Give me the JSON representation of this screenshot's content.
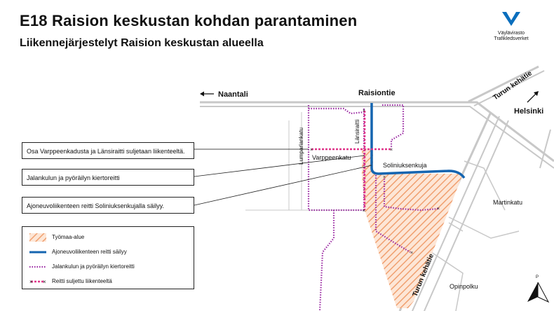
{
  "header": {
    "title": "E18 Raision keskustan kohdan parantaminen",
    "subtitle": "Liikennejärjestelyt Raision keskustan alueella"
  },
  "logo": {
    "line1": "Väylävirasto",
    "line2": "Trafikledsverket",
    "color": "#0a6ebd"
  },
  "map_labels": {
    "naantali": "Naantali",
    "raisiontie": "Raisiontie",
    "turun_kehatie_ne": "Turun kehätie",
    "helsinki": "Helsinki",
    "lumparlankatu": "Lumparlankatu",
    "lansiraitti": "Länsiraitti",
    "varppeenkatu": "Varppeenkatu",
    "soliniuksenkuja": "Soliniuksenkuja",
    "martinkatu": "Martinkatu",
    "turun_kehatie_s": "Turun kehätie",
    "opinpolku": "Opinpolku",
    "north": "P"
  },
  "callouts": [
    {
      "text": "Osa Varppeenkadusta ja Länsiraitti suljetaan liikenteeltä."
    },
    {
      "text": "Jalankulun ja pyöräilyn kiertoreitti"
    },
    {
      "text": "Ajoneuvoliikenteen reitti Soliniuksenkujalla säilyy."
    }
  ],
  "legend": {
    "items": [
      {
        "label": "Työmaa-alue"
      },
      {
        "label": "Ajoneuvoliikenteen reitti säilyy"
      },
      {
        "label": "Jalankulun ja pyöräilyn kiertoreitti"
      },
      {
        "label": "Reitti suljettu liikenteeltä"
      }
    ]
  },
  "colors": {
    "work_area": "#f0a070",
    "vehicle_route": "#1565b0",
    "detour": "#9b2aa3",
    "closed": "#e0368a",
    "road": "#c8c8c8"
  }
}
